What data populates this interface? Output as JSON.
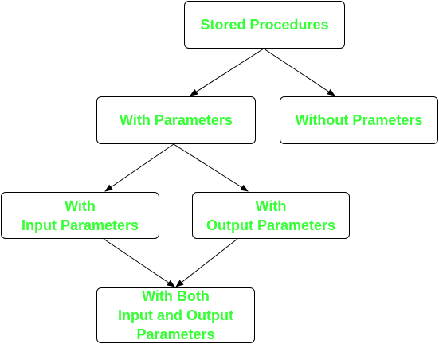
{
  "colors": {
    "node_text": "#33ff33",
    "node_border": "#000000",
    "edge": "#000000",
    "background": "#ffffff"
  },
  "diagram": {
    "nodes": {
      "stored_procedures": "Stored Procedures",
      "with_parameters": "With Parameters",
      "without_parameters": "Without Prameters",
      "with_input_parameters": "With\nInput Parameters",
      "with_output_parameters": "With\nOutput Parameters",
      "with_both": "With Both\nInput and Output\nParameters"
    },
    "edges": [
      {
        "from": "stored_procedures",
        "to": "with_parameters"
      },
      {
        "from": "stored_procedures",
        "to": "without_parameters"
      },
      {
        "from": "with_parameters",
        "to": "with_input_parameters"
      },
      {
        "from": "with_parameters",
        "to": "with_output_parameters"
      },
      {
        "from": "with_input_parameters",
        "to": "with_both"
      },
      {
        "from": "with_output_parameters",
        "to": "with_both"
      }
    ]
  }
}
